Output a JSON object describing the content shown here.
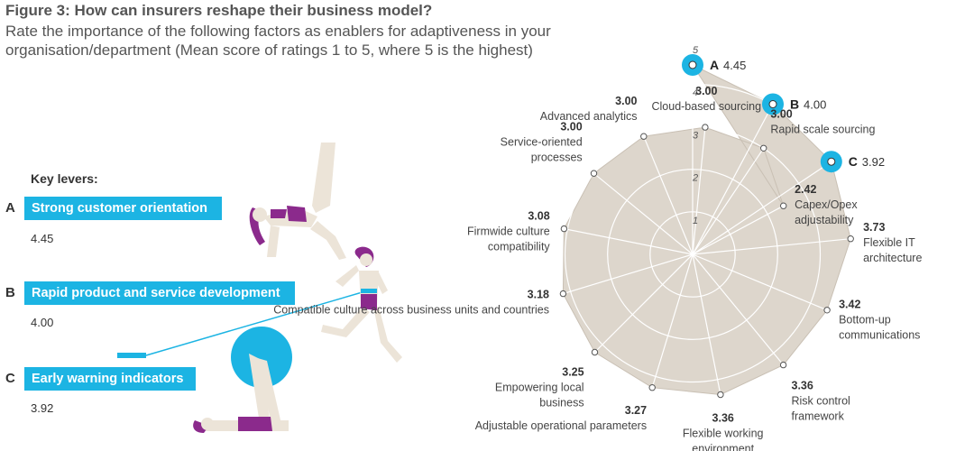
{
  "title": "Figure 3: How can insurers reshape their business model?",
  "subtitle": "Rate the importance of the following factors as enablers for adaptiveness in your organisation/department (Mean score of ratings 1 to 5, where 5 is the highest)",
  "levers": {
    "heading": "Key levers:",
    "items": [
      {
        "letter": "A",
        "label": "Strong customer orientation",
        "value": "4.45"
      },
      {
        "letter": "B",
        "label": "Rapid product and service development",
        "value": "4.00"
      },
      {
        "letter": "C",
        "label": "Early warning indicators",
        "value": "3.92"
      }
    ]
  },
  "colors": {
    "accent": "#1cb4e3",
    "radar_fill": "#ddd6cc",
    "figure_purple": "#8b2a8c"
  },
  "chart_data": {
    "type": "radar",
    "ylim": [
      0,
      5
    ],
    "ticks": [
      "1",
      "2",
      "3",
      "4",
      "5"
    ],
    "axes": [
      {
        "key": "A",
        "label": "",
        "value": 4.45,
        "display": "4.45"
      },
      {
        "key": "B",
        "label": "",
        "value": 4.0,
        "display": "4.00"
      },
      {
        "key": "C",
        "label": "",
        "value": 3.92,
        "display": "3.92"
      },
      {
        "key": "",
        "label": "Flexible IT architecture",
        "value": 3.73,
        "display": "3.73"
      },
      {
        "key": "",
        "label": "Bottom-up communications",
        "value": 3.42,
        "display": "3.42"
      },
      {
        "key": "",
        "label": "Risk control framework",
        "value": 3.36,
        "display": "3.36"
      },
      {
        "key": "",
        "label": "Flexible working environment",
        "value": 3.36,
        "display": "3.36"
      },
      {
        "key": "",
        "label": "Adjustable operational parameters",
        "value": 3.27,
        "display": "3.27"
      },
      {
        "key": "",
        "label": "Empowering local business",
        "value": 3.25,
        "display": "3.25"
      },
      {
        "key": "",
        "label": "Compatible culture across business units and countries",
        "value": 3.18,
        "display": "3.18"
      },
      {
        "key": "",
        "label": "Firmwide culture compatibility",
        "value": 3.08,
        "display": "3.08"
      },
      {
        "key": "",
        "label": "Service-oriented processes",
        "value": 3.0,
        "display": "3.00"
      },
      {
        "key": "",
        "label": "Advanced analytics",
        "value": 3.0,
        "display": "3.00"
      },
      {
        "key": "",
        "label": "Cloud-based sourcing",
        "value": 3.0,
        "display": "3.00"
      },
      {
        "key": "",
        "label": "Rapid scale sourcing",
        "value": 3.0,
        "display": "3.00"
      },
      {
        "key": "",
        "label": "Capex/Opex adjustability",
        "value": 2.42,
        "display": "2.42"
      }
    ]
  }
}
